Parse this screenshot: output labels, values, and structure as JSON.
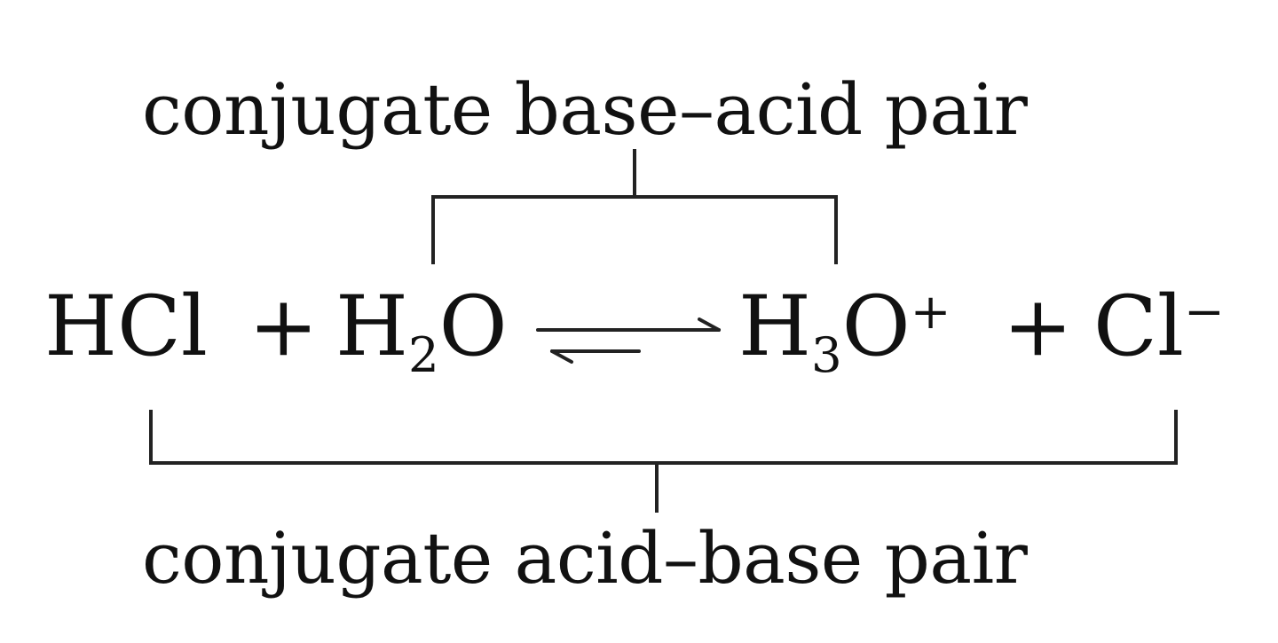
{
  "labels": {
    "top": "conjugate base–acid pair",
    "bottom": "conjugate acid–base pair"
  },
  "equation": {
    "reactant1": "HCl",
    "plus1": "+",
    "reactant2": {
      "base": "H",
      "subscript": "2",
      "rest": "O"
    },
    "arrow": "equilibrium-arrow",
    "product1": {
      "base": "H",
      "subscript": "3",
      "rest": "O",
      "superscript": "+"
    },
    "plus2": "+",
    "product2": {
      "base": "Cl",
      "superscript": "−"
    }
  }
}
